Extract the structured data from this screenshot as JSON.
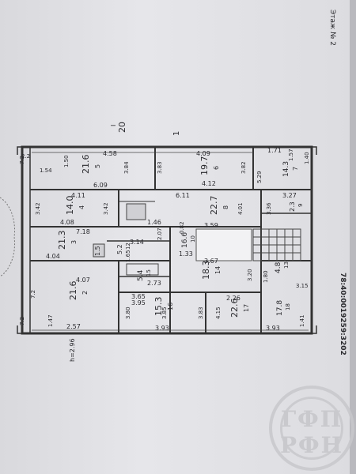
{
  "header": {
    "floor_label": "Этаж № 2"
  },
  "document_number": "78:40:0019259:3202",
  "height_note": "h=2.96",
  "outside_marks": {
    "room_group": "1",
    "room_group_area": "I",
    "big_area": "20"
  },
  "rooms": [
    {
      "id": "r-top-left",
      "area": "21.6",
      "num": "5"
    },
    {
      "id": "r-top-mid",
      "area": "19.7",
      "num": "6"
    },
    {
      "id": "r-top-right",
      "area": "14.3",
      "num": "7"
    },
    {
      "id": "r-left-2",
      "area": "14.0",
      "num": "4"
    },
    {
      "id": "r-center-big",
      "area": "22.7",
      "num": "8"
    },
    {
      "id": "r-small-a",
      "area": "2.3",
      "num": "9"
    },
    {
      "id": "r-left-3",
      "area": "21.3",
      "num": "3"
    },
    {
      "id": "r-corridor",
      "area": "16.6",
      "num": "10"
    },
    {
      "id": "r-wc",
      "area": "1.5",
      "num": "11"
    },
    {
      "id": "r-mid-small",
      "area": "5.2",
      "num": "12"
    },
    {
      "id": "r-right-small",
      "area": "4.8",
      "num": "13"
    },
    {
      "id": "r-left-4",
      "area": "21.6",
      "num": "2"
    },
    {
      "id": "r-center-2",
      "area": "18.3",
      "num": "14"
    },
    {
      "id": "r-bath",
      "area": "5.4",
      "num": "15"
    },
    {
      "id": "r-bottom-mid",
      "area": "15.3",
      "num": "16"
    },
    {
      "id": "r-bottom-right",
      "area": "22.6",
      "num": "17"
    },
    {
      "id": "r-right-mid",
      "area": "17.8",
      "num": "18"
    }
  ],
  "dimensions": [
    "4.58",
    "4.09",
    "1.71",
    "6.09",
    "4.12",
    "4.11",
    "6.11",
    "3.27",
    "4.08",
    "7.18",
    "3.59",
    "3.14",
    "4.04",
    "1.33",
    "3.67",
    "4.07",
    "2.73",
    "3.65",
    "3.95",
    "2.26",
    "2.57",
    "3.93",
    "3.93",
    "1.46",
    "3.84",
    "3.83",
    "3.82",
    "5.29",
    "3.42",
    "3.42",
    "4.01",
    "2.07",
    "1.50",
    "1.54",
    "2.2",
    "1.40",
    "1.57",
    "3.80",
    "3.85",
    "3.83",
    "4.15",
    "1.41",
    "1.47",
    "3.15",
    "3.20",
    "3.36",
    "7.2",
    "7.2",
    "7.2",
    "0.82",
    "1.80",
    "1.65"
  ],
  "stamp": {
    "text": "ГФП РФН"
  }
}
